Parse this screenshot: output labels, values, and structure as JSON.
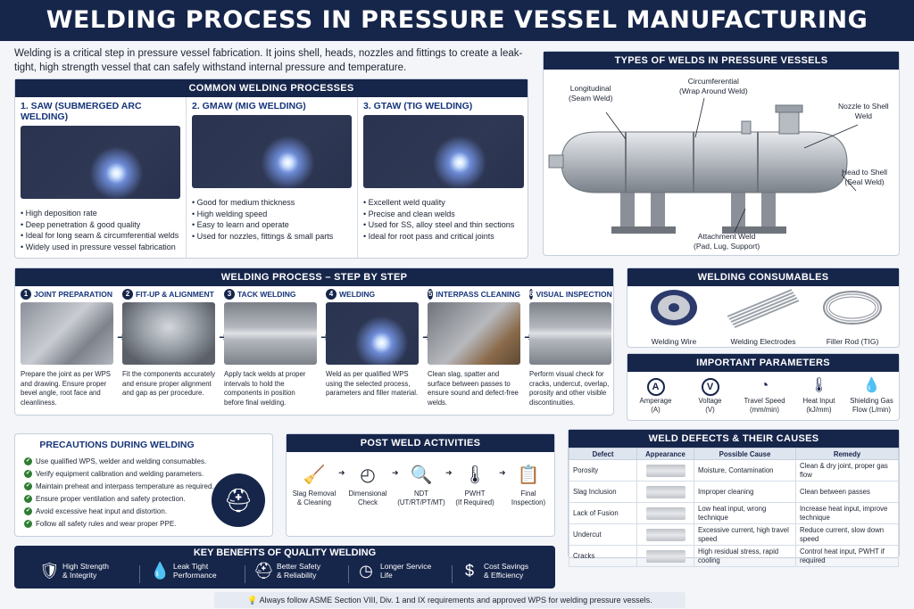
{
  "title": "WELDING PROCESS IN PRESSURE VESSEL MANUFACTURING",
  "intro": "Welding is a critical step in pressure vessel fabrication. It joins shell, heads, nozzles and fittings to create a leak-tight, high strength vessel that can safely withstand internal pressure and temperature.",
  "processes": {
    "heading": "COMMON WELDING PROCESSES",
    "items": [
      {
        "name": "1. SAW (SUBMERGED ARC WELDING)",
        "points": [
          "High deposition rate",
          "Deep penetration & good quality",
          "Ideal for long seam & circumferential welds",
          "Widely used in pressure vessel fabrication"
        ]
      },
      {
        "name": "2. GMAW (MIG WELDING)",
        "points": [
          "Good for medium thickness",
          "High welding speed",
          "Easy to learn and operate",
          "Used for nozzles, fittings & small parts"
        ]
      },
      {
        "name": "3. GTAW (TIG WELDING)",
        "points": [
          "Excellent weld quality",
          "Precise and clean welds",
          "Used for SS, alloy steel and thin sections",
          "Ideal for root pass and critical joints"
        ]
      }
    ]
  },
  "types": {
    "heading": "TYPES OF WELDS IN PRESSURE VESSELS",
    "callouts": {
      "longitudinal": [
        "Longitudinal",
        "(Seam Weld)"
      ],
      "circumferential": [
        "Circumferential",
        "(Wrap Around Weld)"
      ],
      "nozzle": [
        "Nozzle to Shell",
        "Weld"
      ],
      "head": [
        "Head to Shell",
        "(Seal Weld)"
      ],
      "attachment": [
        "Attachment Weld",
        "(Pad, Lug, Support)"
      ]
    }
  },
  "steps": {
    "heading": "WELDING PROCESS – STEP BY STEP",
    "items": [
      {
        "num": "1",
        "name": "JOINT PREPARATION",
        "desc": "Prepare the joint as per WPS and drawing. Ensure proper bevel angle, root face and cleanliness."
      },
      {
        "num": "2",
        "name": "FIT-UP & ALIGNMENT",
        "desc": "Fit the components accurately and ensure proper alignment and gap as per procedure."
      },
      {
        "num": "3",
        "name": "TACK WELDING",
        "desc": "Apply tack welds at proper intervals to hold the components in position before final welding."
      },
      {
        "num": "4",
        "name": "WELDING",
        "desc": "Weld as per qualified WPS using the selected process, parameters and filler material."
      },
      {
        "num": "5",
        "name": "INTERPASS CLEANING",
        "desc": "Clean slag, spatter and surface between passes to ensure sound and defect-free welds."
      },
      {
        "num": "6",
        "name": "VISUAL INSPECTION",
        "desc": "Perform visual check for cracks, undercut, overlap, porosity and other visible discontinuities."
      }
    ]
  },
  "consumables": {
    "heading": "WELDING CONSUMABLES",
    "items": [
      "Welding Wire",
      "Welding Electrodes",
      "Filler Rod (TIG)"
    ]
  },
  "params": {
    "heading": "IMPORTANT PARAMETERS",
    "items": [
      {
        "icon": "A",
        "label": "Amperage",
        "unit": "(A)"
      },
      {
        "icon": "V",
        "label": "Voltage",
        "unit": "(V)"
      },
      {
        "icon": "◔",
        "label": "Travel Speed",
        "unit": "(mm/min)"
      },
      {
        "icon": "🌡",
        "label": "Heat Input",
        "unit": "(kJ/mm)"
      },
      {
        "icon": "💧",
        "label": "Shielding Gas",
        "unit": "Flow (L/min)"
      }
    ]
  },
  "precautions": {
    "heading": "PRECAUTIONS DURING WELDING",
    "items": [
      "Use qualified WPS, welder and welding consumables.",
      "Verify equipment calibration and welding parameters.",
      "Maintain preheat and interpass temperature as required.",
      "Ensure proper ventilation and safety protection.",
      "Avoid excessive heat input and distortion.",
      "Follow all safety rules and wear proper PPE."
    ]
  },
  "postweld": {
    "heading": "POST WELD ACTIVITIES",
    "items": [
      {
        "icon": "🧹",
        "lines": [
          "Slag Removal",
          "& Cleaning"
        ]
      },
      {
        "icon": "◴",
        "lines": [
          "Dimensional",
          "Check"
        ]
      },
      {
        "icon": "🔍",
        "lines": [
          "NDT",
          "(UT/RT/PT/MT)"
        ]
      },
      {
        "icon": "🌡",
        "lines": [
          "PWHT",
          "(If Required)"
        ]
      },
      {
        "icon": "📋",
        "lines": [
          "Final",
          "Inspection)"
        ]
      }
    ]
  },
  "defects": {
    "heading": "WELD DEFECTS & THEIR CAUSES",
    "columns": [
      "Defect",
      "Appearance",
      "Possible Cause",
      "Remedy"
    ],
    "rows": [
      {
        "defect": "Porosity",
        "cause": "Moisture, Contamination",
        "remedy": "Clean & dry joint, proper gas flow"
      },
      {
        "defect": "Slag Inclusion",
        "cause": "Improper cleaning",
        "remedy": "Clean between passes"
      },
      {
        "defect": "Lack of Fusion",
        "cause": "Low heat input, wrong technique",
        "remedy": "Increase heat input, improve technique"
      },
      {
        "defect": "Undercut",
        "cause": "Excessive current, high travel speed",
        "remedy": "Reduce current, slow down speed"
      },
      {
        "defect": "Cracks",
        "cause": "High residual stress, rapid cooling",
        "remedy": "Control heat input, PWHT if required"
      }
    ]
  },
  "benefits": {
    "heading": "KEY BENEFITS OF QUALITY WELDING",
    "items": [
      {
        "icon": "🛡",
        "lines": [
          "High Strength",
          "& Integrity"
        ]
      },
      {
        "icon": "💧",
        "lines": [
          "Leak Tight",
          "Performance"
        ]
      },
      {
        "icon": "⛑",
        "lines": [
          "Better Safety",
          "& Reliability"
        ]
      },
      {
        "icon": "◷",
        "lines": [
          "Longer Service",
          "Life"
        ]
      },
      {
        "icon": "$",
        "lines": [
          "Cost Savings",
          "& Efficiency"
        ]
      }
    ]
  },
  "footer": "Always follow ASME Section VIII, Div. 1 and IX requirements and approved WPS for welding pressure vessels.",
  "colors": {
    "navy": "#16254a",
    "accent_blue": "#16357a",
    "check_green": "#2e7d32"
  }
}
